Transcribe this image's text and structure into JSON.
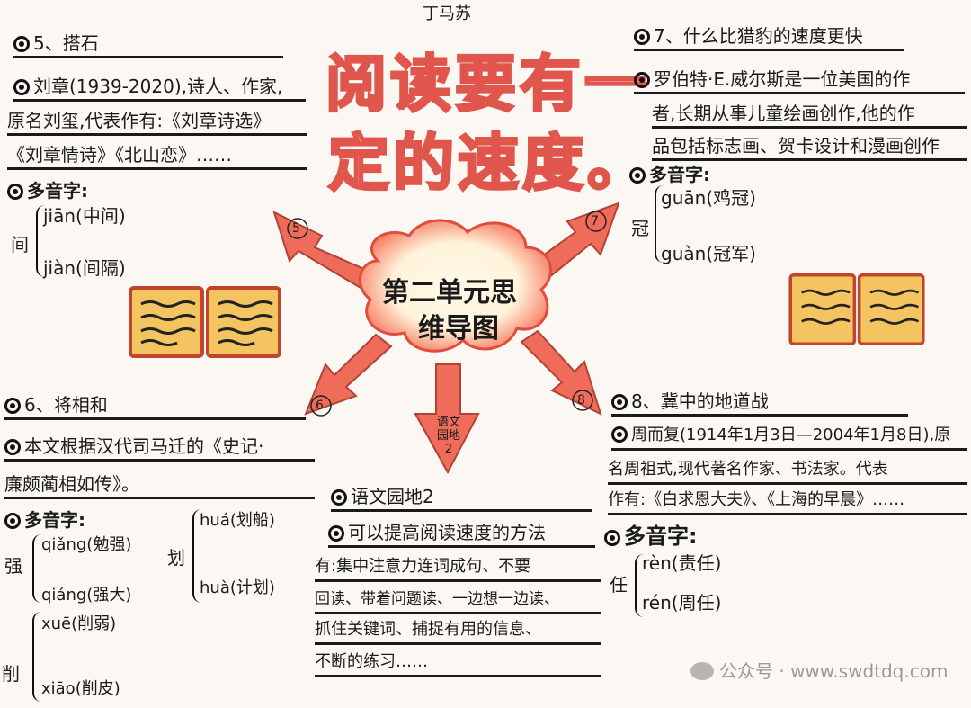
{
  "author": "丁马苏",
  "title": {
    "line1": "阅读要有一",
    "line2": "定的速度。"
  },
  "center": {
    "line1": "第二单元思",
    "line2": "维导图"
  },
  "arrows": {
    "top_left": "5",
    "top_right": "7",
    "bottom_left": "6",
    "bottom_right": "8",
    "bottom": "语文园地2"
  },
  "s5": {
    "heading": "5、搭石",
    "author_note": [
      "刘章(1939-2020),诗人、作家,",
      "原名刘玺,代表作有:《刘章诗选》",
      "《刘章情诗》《北山恋》……"
    ],
    "poly_label": "多音字:",
    "poly_char": "间",
    "readings": [
      "jiān(中间)",
      "jiàn(间隔)"
    ]
  },
  "s7": {
    "heading": "7、什么比猎豹的速度更快",
    "author_note": [
      "罗伯特·E.威尔斯是一位美国的作",
      "者,长期从事儿童绘画创作,他的作",
      "品包括标志画、贺卡设计和漫画创作"
    ],
    "poly_label": "多音字:",
    "poly_char": "冠",
    "readings": [
      "guān(鸡冠)",
      "guàn(冠军)"
    ]
  },
  "s6": {
    "heading": "6、将相和",
    "note": [
      "本文根据汉代司马迁的《史记·",
      "廉颇蔺相如传》。"
    ],
    "poly_label": "多音字:",
    "groups": [
      {
        "char": "强",
        "readings": [
          "qiǎng(勉强)",
          "qiáng(强大)"
        ]
      },
      {
        "char": "划",
        "readings": [
          "huá(划船)",
          "huà(计划)"
        ]
      },
      {
        "char": "削",
        "readings": [
          "xuē(削弱)",
          "xiāo(削皮)"
        ]
      }
    ]
  },
  "s8": {
    "heading": "8、冀中的地道战",
    "author_note": [
      "周而复(1914年1月3日—2004年1月8日),原",
      "名周祖式,现代著名作家、书法家。代表",
      "作有:《白求恩大夫》、《上海的早晨》……"
    ],
    "poly_label": "多音字:",
    "poly_char": "任",
    "readings": [
      "rèn(责任)",
      "rén(周任)"
    ]
  },
  "garden": {
    "heading": "语文园地2",
    "lines": [
      "可以提高阅读速度的方法",
      "有:集中注意力连词成句、不要",
      "回读、带着问题读、一边想一边读、",
      "抓住关键词、捕捉有用的信息、",
      "不断的练习……"
    ]
  },
  "watermark": "公众号 · www.swdtdq.com"
}
